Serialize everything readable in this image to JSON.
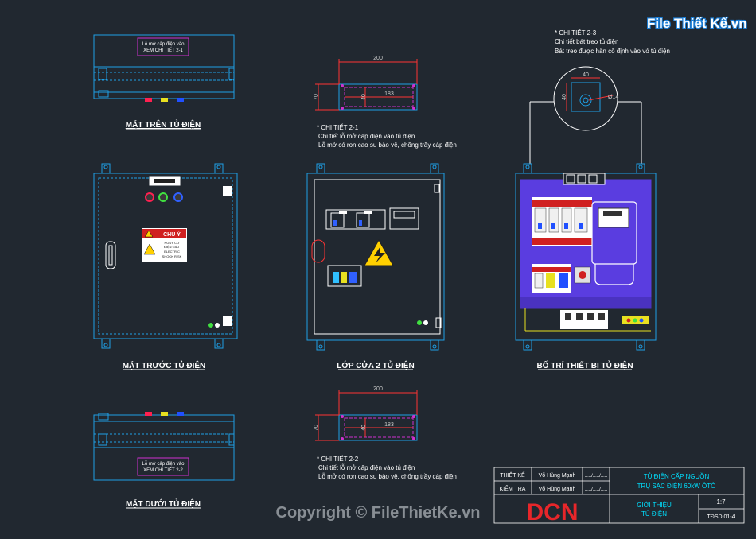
{
  "brand": {
    "logo_text": "File Thiết Kế.vn",
    "watermark": "Copyright © FileThietKe.vn"
  },
  "views": {
    "top_title": "MẶT TRÊN TỦ ĐIỆN",
    "front_title": "MẶT TRƯỚC TỦ ĐIỆN",
    "inner_title": "LỚP CỬA 2 TỦ ĐIỆN",
    "layout_title": "BỐ TRÍ THIẾT BỊ TỦ ĐIỆN",
    "bottom_title": "MẶT DƯỚI TỦ ĐIỆN"
  },
  "top_label": {
    "line1": "Lỗ mở cấp điện vào",
    "line2": "XEM CHI TIẾT 2-1"
  },
  "bottom_label": {
    "line1": "Lỗ mở cấp điện vào",
    "line2": "XEM CHI TIẾT 2-2"
  },
  "warning_sign": {
    "title": "CHÚ Ý",
    "text1": "NGUY CƠ",
    "text2": "ĐIỆN GIẬT",
    "text3": "ELECTRIC",
    "text4": "SHOCK RISK"
  },
  "detail_21": {
    "title": "* CHI TIẾT 2-1",
    "line1": "Chi tiết lỗ mở cấp điện vào tủ điện",
    "line2": "Lỗ mở có ron cao su bảo vệ, chống trầy cáp điện",
    "dim_w": "200",
    "dim_h": "70",
    "dim_inner": "183",
    "dim_h2": "40"
  },
  "detail_22": {
    "title": "* CHI TIẾT 2-2",
    "line1": "Chi tiết lỗ mở cấp điện vào tủ điện",
    "line2": "Lỗ mở có ron cao su bảo vệ, chống trầy cáp điện",
    "dim_w": "200",
    "dim_h": "70",
    "dim_inner": "183",
    "dim_h2": "40"
  },
  "detail_23": {
    "title": "* CHI TIẾT 2-3",
    "line1": "Chi tiết bát treo tủ điện",
    "line2": "Bát treo được hàn cố định vào vỏ tủ điện",
    "dim_w": "40",
    "dim_h": "40",
    "dim_hole": "Ø14"
  },
  "title_block": {
    "designer_label": "THIẾT KẾ",
    "designer_name": "Võ Hùng Mạnh",
    "designer_date": "...../...../.....",
    "checker_label": "KIỂM TRA",
    "checker_name": "Võ Hùng Mạnh",
    "checker_date": "...../...../.....",
    "project_line1": "TỦ ĐIỆN CẤP NGUỒN",
    "project_line2": "TRỤ SẠC ĐIỆN 60kW ÔTÔ",
    "company_logo": "DCN",
    "sheet_line1": "GIỚI THIỆU",
    "sheet_line2": "TỦ ĐIỆN",
    "scale": "1:7",
    "drawing_no": "TĐSD.01-4"
  },
  "colors": {
    "cad_blue": "#1e9fe6",
    "cad_cyan": "#21d0e8",
    "title_cyan": "#00e0ff",
    "dim_red": "#ff3333",
    "hole_magenta": "#d030d0",
    "purple_plate": "#5a3de0",
    "logo_red": "#e8262a",
    "background": "#212830"
  }
}
